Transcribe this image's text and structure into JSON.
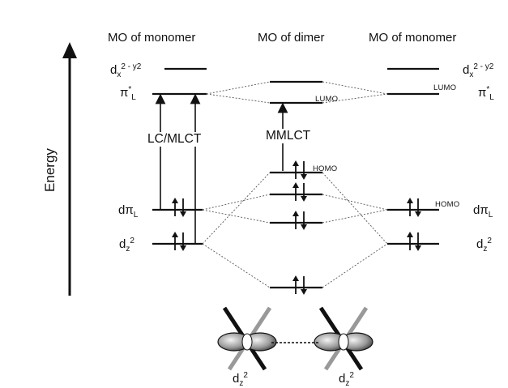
{
  "headers": {
    "left": "MO of monomer",
    "center": "MO of dimer",
    "right": "MO of monomer"
  },
  "axis_label": "Energy",
  "levels_left": {
    "dx2y2": {
      "main": "d",
      "sub": "x",
      "sup": "2 - y2"
    },
    "pi_star": {
      "main": "π",
      "sup": "*",
      "sub": "L"
    },
    "dpi": {
      "main": "dπ",
      "sub": "L"
    },
    "dz2": {
      "main": "d",
      "sub": "z",
      "sup": "2"
    }
  },
  "levels_right": {
    "dx2y2": {
      "main": "d",
      "sub": "x",
      "sup": "2 - y2"
    },
    "pi_star": {
      "main": "π",
      "sup": "*",
      "sub": "L"
    },
    "dpi": {
      "main": "dπ",
      "sub": "L"
    },
    "dz2": {
      "main": "d",
      "sub": "z",
      "sup": "2"
    }
  },
  "small_labels": {
    "lumo_center": "LUMO",
    "lumo_right": "LUMO",
    "homo_center": "HOMO",
    "homo_right": "HOMO"
  },
  "transitions": {
    "left": "LC/MLCT",
    "center": "MMLCT"
  },
  "orbital_labels": {
    "left": {
      "main": "d",
      "sub": "z",
      "sup": "2"
    },
    "right": {
      "main": "d",
      "sub": "z",
      "sup": "2"
    }
  },
  "icons": [
    "up-arrow-icon",
    "down-arrow-icon",
    "dz2-orbital-icon"
  ]
}
